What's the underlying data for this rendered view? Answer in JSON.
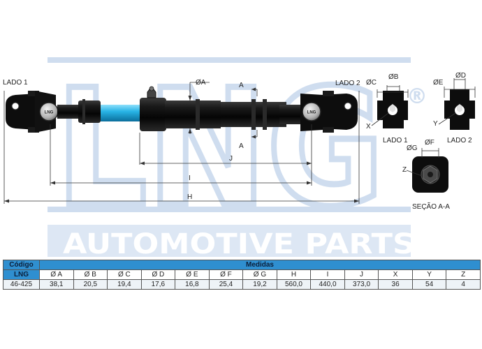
{
  "watermark": {
    "brand": "LNG",
    "registered": "®",
    "tagline": "AUTOMOTIVE PARTS"
  },
  "labels": {
    "lado1_top": "LADO 1",
    "lado2_top": "LADO 2",
    "hub_brand": "LNG",
    "phi_a": "ØA",
    "phi_b": "ØB",
    "phi_c": "ØC",
    "phi_d": "ØD",
    "phi_e": "ØE",
    "phi_f": "ØF",
    "phi_g": "ØG",
    "a_top": "A",
    "a_bottom": "A",
    "dim_j": "J",
    "dim_i": "I",
    "dim_h": "H",
    "x": "X",
    "y": "Y",
    "z": "Z",
    "lado1_section": "LADO 1",
    "lado2_section": "LADO 2",
    "secao": "SEÇÃO A-A"
  },
  "table": {
    "code_header": "Código",
    "measures_header": "Medidas",
    "brand_header": "LNG",
    "columns": [
      "Ø A",
      "Ø B",
      "Ø C",
      "Ø D",
      "Ø E",
      "Ø F",
      "Ø G",
      "H",
      "I",
      "J",
      "X",
      "Y",
      "Z"
    ],
    "row": {
      "code": "46-425",
      "values": [
        "38,1",
        "20,5",
        "19,4",
        "17,6",
        "16,8",
        "25,4",
        "19,2",
        "560,0",
        "440,0",
        "373,0",
        "36",
        "54",
        "4"
      ]
    }
  },
  "colors": {
    "watermark": "#a9c2e2",
    "table_header": "#2f8fd0",
    "shaft_highlight": "#28b4e6",
    "part_body": "#111111"
  }
}
